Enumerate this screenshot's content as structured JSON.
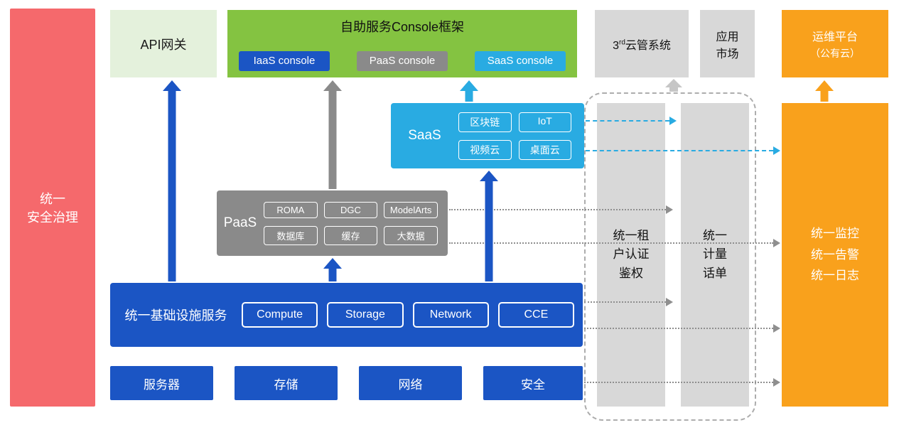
{
  "colors": {
    "blue": "#1B55C4",
    "gray": "#8A8A8A",
    "cyan": "#29ABE2",
    "green": "#84C341",
    "light_green": "#E4F1DC",
    "light_gray": "#D8D8D8",
    "orange": "#F9A11C",
    "red": "#F5696C"
  },
  "left_bar": {
    "label": "统一\n安全治理"
  },
  "api_gateway": {
    "label": "API网关"
  },
  "console_frame": {
    "title": "自助服务Console框架",
    "iaas_console": "IaaS console",
    "paas_console": "PaaS console",
    "saas_console": "SaaS console"
  },
  "third_party_cms": {
    "num": "3",
    "sup": "rd",
    "rest": "云管系统"
  },
  "app_market": {
    "label": "应用\n市场"
  },
  "ops_platform": {
    "line1": "运维平台",
    "line2": "（公有云）"
  },
  "saas_layer": {
    "label": "SaaS",
    "items": [
      "区块链",
      "IoT",
      "视频云",
      "桌面云"
    ]
  },
  "paas_layer": {
    "label": "PaaS",
    "items": [
      "ROMA",
      "DGC",
      "ModelArts",
      "数据库",
      "缓存",
      "大数据"
    ]
  },
  "iaas_layer": {
    "label": "统一基础设施服务",
    "items": [
      "Compute",
      "Storage",
      "Network",
      "CCE"
    ]
  },
  "hardware_row": {
    "items": [
      "服务器",
      "存储",
      "网络",
      "安全"
    ]
  },
  "auth_bar": {
    "label": "统一租\n户认证\n鉴权"
  },
  "metering_bar": {
    "label": "统一\n计量\n话单"
  },
  "monitoring_bar": {
    "label": "统一监控\n统一告警\n统一日志"
  }
}
